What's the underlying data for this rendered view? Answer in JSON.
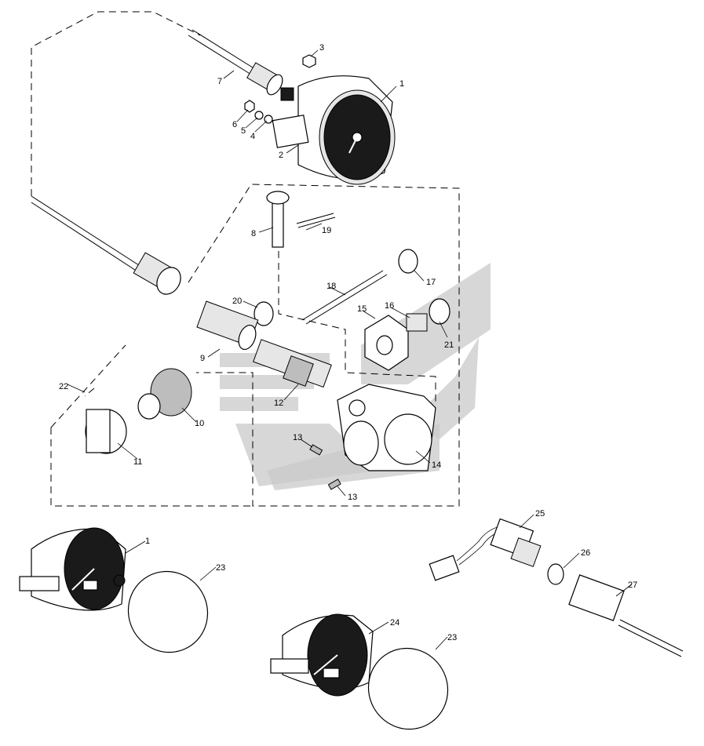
{
  "diagram": {
    "watermark": "watermark-logo",
    "callouts": [
      {
        "id": "c1a",
        "text": "1"
      },
      {
        "id": "c2",
        "text": "2"
      },
      {
        "id": "c3",
        "text": "3"
      },
      {
        "id": "c4",
        "text": "4"
      },
      {
        "id": "c5",
        "text": "5"
      },
      {
        "id": "c6",
        "text": "6"
      },
      {
        "id": "c7",
        "text": "7"
      },
      {
        "id": "c8",
        "text": "8"
      },
      {
        "id": "c9",
        "text": "9"
      },
      {
        "id": "c10",
        "text": "10"
      },
      {
        "id": "c11",
        "text": "11"
      },
      {
        "id": "c12",
        "text": "12"
      },
      {
        "id": "c13a",
        "text": "13"
      },
      {
        "id": "c13b",
        "text": "13"
      },
      {
        "id": "c14",
        "text": "14"
      },
      {
        "id": "c15",
        "text": "15"
      },
      {
        "id": "c16",
        "text": "16"
      },
      {
        "id": "c17",
        "text": "17"
      },
      {
        "id": "c18",
        "text": "18"
      },
      {
        "id": "c19",
        "text": "19"
      },
      {
        "id": "c20",
        "text": "20"
      },
      {
        "id": "c21",
        "text": "21"
      },
      {
        "id": "c22",
        "text": "22"
      },
      {
        "id": "c23a",
        "text": "23"
      },
      {
        "id": "c23b",
        "text": "23"
      },
      {
        "id": "c24",
        "text": "24"
      },
      {
        "id": "c25",
        "text": "25"
      },
      {
        "id": "c26",
        "text": "26"
      },
      {
        "id": "c27",
        "text": "27"
      },
      {
        "id": "c1b",
        "text": "1"
      }
    ]
  }
}
